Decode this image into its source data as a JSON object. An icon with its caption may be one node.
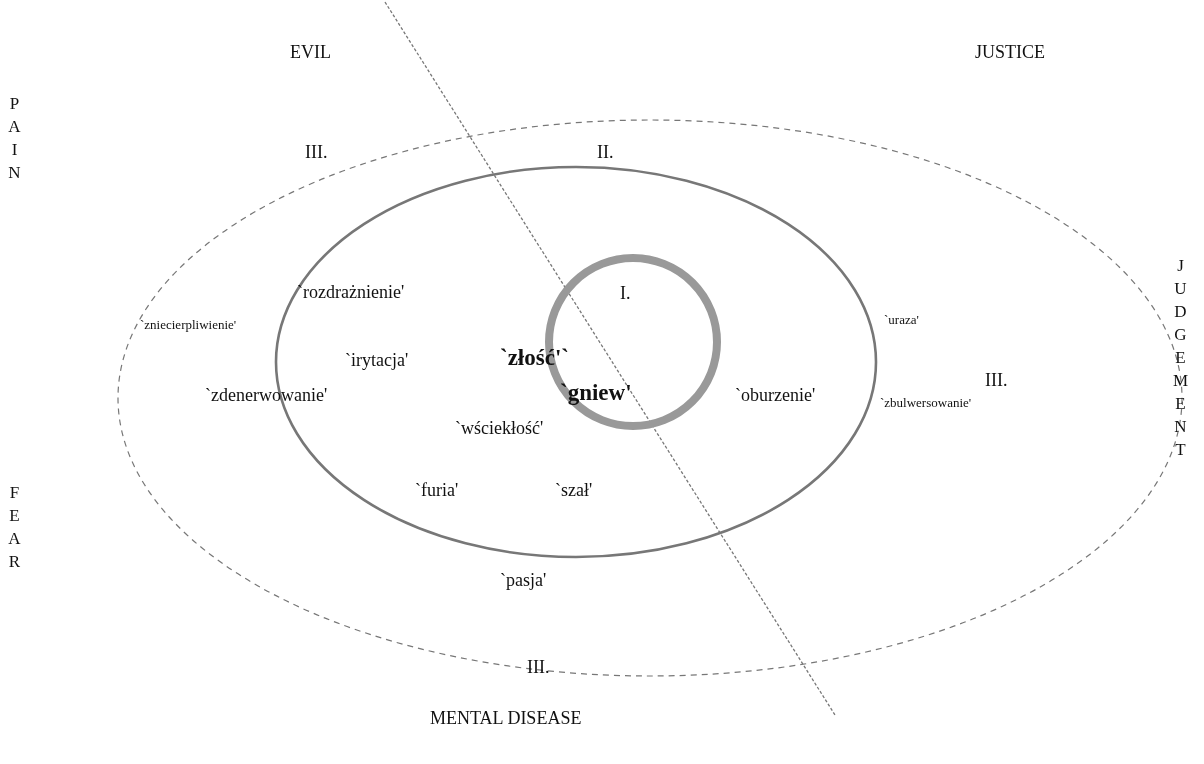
{
  "diagram": {
    "nodes": [
      {
        "text": [
          "III.",
          "`zniecierpliwienie'",
          "`uraza'",
          "III.",
          "`zbulwersowanie'",
          "`pasja'",
          "III."
        ]
      },
      {
        "text": [
          "II.",
          "`rozdrażnienie'",
          "`irytacja'",
          "`oburzenie'",
          "`zdenerwowanie'",
          "`wściekłość'",
          "`furia'",
          "`szał'"
        ],
        "in": 0
      },
      {
        "text": [
          "I.",
          "`złość'`",
          "`gniew'"
        ],
        "in": 1
      }
    ],
    "labels": [
      "EVIL",
      "JUSTICE",
      "PAIN",
      "JUDGEMENT",
      "FEAR",
      "MENTAL DISEASE"
    ]
  }
}
